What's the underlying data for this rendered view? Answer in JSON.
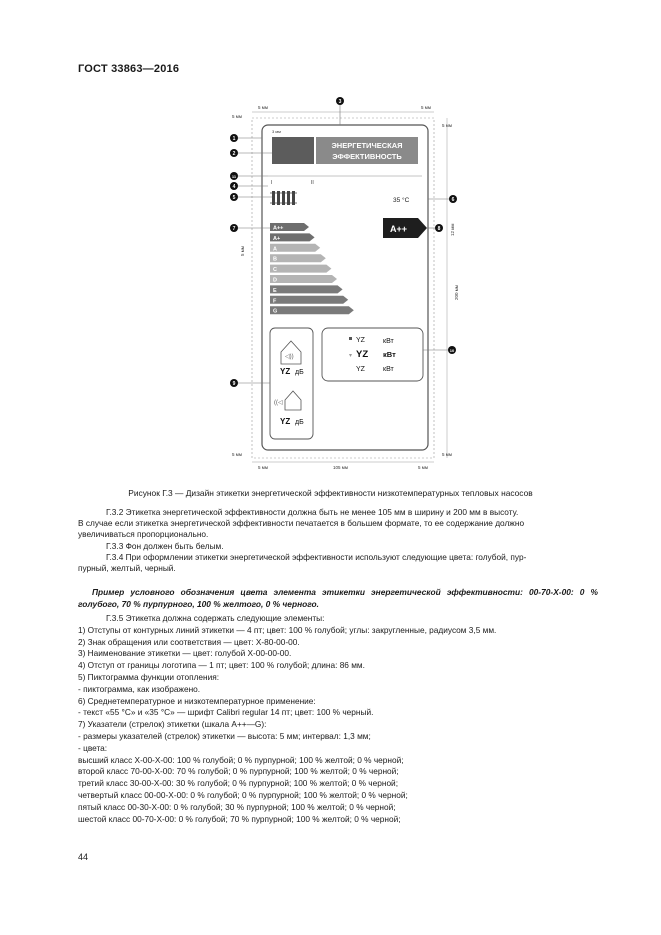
{
  "header": {
    "standard": "ГОСТ 33863—2016"
  },
  "figure": {
    "label_title": "ЭНЕРГЕТИЧЕСКАЯ ЭФФЕКТИВНОСТЬ",
    "label_title_line1": "ЭНЕРГЕТИЧЕСКАЯ",
    "label_title_line2": "ЭФФЕКТИВНОСТЬ",
    "roman_1": "I",
    "roman_2": "II",
    "temp_35": "35 °C",
    "class_arrow_text": "A++",
    "scale_labels": [
      "A++",
      "A+",
      "A",
      "B",
      "C",
      "D",
      "E",
      "F",
      "G"
    ],
    "callouts": [
      "1",
      "2",
      "3",
      "4",
      "5",
      "6",
      "7",
      "8",
      "9",
      "10",
      "11"
    ],
    "output_rows": [
      {
        "value": "YZ",
        "unit": "кВт"
      },
      {
        "value": "YZ",
        "unit": "кВт"
      },
      {
        "value": "YZ",
        "unit": "кВт"
      }
    ],
    "noise_value": "YZ",
    "noise_unit": "дБ",
    "dimensions": {
      "mm5": "5 мм",
      "mm3": "3 мм",
      "mm12": "12 мм",
      "width": "105 мм",
      "height": "200 мм"
    },
    "colors": {
      "arrow_blue": "#5a72b4",
      "band_dark": "#6e6e6e",
      "band_light": "#b4b4b4",
      "logo": "#5c5c5c"
    }
  },
  "caption": "Рисунок Г.3 — Дизайн этикетки энергетической эффективности низкотемпературных тепловых насосов",
  "paragraphs": {
    "g32_line1": "Г.3.2 Этикетка энергетической эффективности должна быть не менее 105 мм в ширину и 200 мм в высоту.",
    "g32_line2": "В случае если этикетка энергетической эффективности печатается в большем формате, то ее содержание должно",
    "g32_line3": "увеличиваться пропорционально.",
    "g33": "Г.3.3 Фон должен быть белым.",
    "g34_line1": "Г.3.4 При оформлении этикетки энергетической эффективности используют следующие цвета: голубой, пур-",
    "g34_line2": "пурный, желтый, черный."
  },
  "example": "Пример условного обозначения цвета элемента этикетки энергетической эффективности: 00-70-X-00: 0 % голубого, 70 % пурпурного, 100 % желтого, 0 % черного.",
  "list": [
    "Г.3.5 Этикетка должна содержать следующие элементы:",
    "1) Отступы от контурных линий этикетки — 4 пт; цвет: 100 % голубой; углы: закругленные, радиусом 3,5 мм.",
    "2) Знак обращения или соответствия — цвет: Х-80-00-00.",
    "3) Наименование этикетки — цвет: голубой Х-00-00-00.",
    "4) Отступ от границы логотипа — 1 пт; цвет: 100 % голубой; длина: 86 мм.",
    "5) Пиктограмма функции отопления:",
    "- пиктограмма, как изображено.",
    "6) Среднетемпературное и низкотемпературное применение:",
    "- текст «55 °С» и «35 °С» — шрифт Calibri regular 14 пт; цвет: 100 % черный.",
    "7) Указатели (стрелок) этикетки (шкала А++—G):",
    "- размеры указателей (стрелок) этикетки — высота: 5 мм; интервал: 1,3 мм;",
    "- цвета:",
    "высший класс X-00-X-00: 100 % голубой; 0 % пурпурной; 100 % желтой; 0 % черной;",
    "второй класс 70-00-X-00: 70 % голубой; 0 % пурпурной; 100 % желтой; 0 % черной;",
    "третий класс 30-00-X-00: 30 % голубой; 0 % пурпурной; 100 % желтой; 0 % черной;",
    "четвертый класс 00-00-X-00: 0 % голубой; 0 % пурпурной; 100 % желтой; 0 % черной;",
    "пятый класс 00-30-X-00: 0 % голубой; 30 % пурпурной; 100 % желтой; 0 % черной;",
    "шестой класс 00-70-X-00: 0 % голубой; 70 % пурпурной; 100 % желтой; 0 % черной;"
  ],
  "page_number": "44"
}
